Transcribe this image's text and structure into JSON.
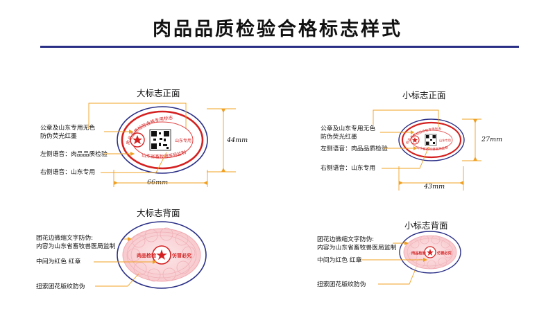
{
  "title": "肉品品质检验合格标志样式",
  "big_front": {
    "heading": "大标志正面",
    "ann_seal": "公章及山东专用无色",
    "ann_seal2": "防伪荧光红墨",
    "ann_left": "左侧语音：肉品品质检验",
    "ann_right": "右侧语音：山东专用",
    "width": "66mm",
    "height": "44mm",
    "arc_top": "肉品品质检验合格专用标志",
    "arc_bottom": "山东省畜牧兽医局监制",
    "right_text": "山东专用"
  },
  "small_front": {
    "heading": "小标志正面",
    "ann_seal": "公章及山东专用无色",
    "ann_seal2": "防伪荧光红墨",
    "ann_left": "左侧语音：肉品品质检验",
    "ann_right": "右侧语音：山东专用",
    "width": "43mm",
    "height": "27mm",
    "arc_top": "肉品品质检验合格专用标志",
    "arc_bottom": "山东省畜牧兽医局监制",
    "right_text": "山东专用"
  },
  "big_back": {
    "heading": "大标志背面",
    "ann_micro": "团花边微缩文字防伪:",
    "ann_micro2": "内容为山东省畜牧兽医局监制",
    "ann_center": "中间为红色 红章",
    "ann_pattern": "扭索团花版纹防伪",
    "left_text": "肉品检验",
    "right_text": "仿冒必究"
  },
  "small_back": {
    "heading": "小标志背面",
    "ann_micro": "团花边微缩文字防伪:",
    "ann_micro2": "内容为山东省畜牧兽医局监制",
    "ann_center": "中间为红色 红章",
    "ann_pattern": "扭索团花版纹防伪",
    "left_text": "肉品检验",
    "right_text": "仿冒必究"
  },
  "colors": {
    "navy": "#2a2f86",
    "red": "#d42020",
    "guide": "#f0a020",
    "pink": "#f6c4c8"
  }
}
